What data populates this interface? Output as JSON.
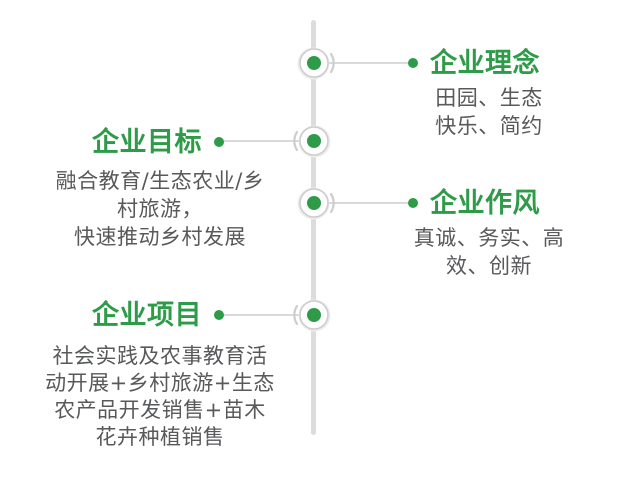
{
  "colors": {
    "accent_green": "#2E9B48",
    "body_text": "#58595B",
    "timeline_gray": "#DCDCDC",
    "connector_gray": "#D9D9D9",
    "node_ring": "#CDCDCD",
    "node_halo": "#EDEDED",
    "node_fill": "#FFFFFF"
  },
  "sections": [
    {
      "id": "philosophy",
      "side": "right",
      "title": "企业理念",
      "body_lines": [
        "田园、生态",
        "快乐、简约"
      ]
    },
    {
      "id": "goal",
      "side": "left",
      "title": "企业目标",
      "body_lines": [
        "融合教育/生态农业/乡",
        "村旅游，",
        "快速推动乡村发展"
      ]
    },
    {
      "id": "style",
      "side": "right",
      "title": "企业作风",
      "body_lines": [
        "真诚、务实、高",
        "效、创新"
      ]
    },
    {
      "id": "projects",
      "side": "left",
      "title": "企业项目",
      "body_lines": [
        "社会实践及农事教育活",
        "动开展+乡村旅游+生态",
        "农产品开发销售+苗木",
        "花卉种植销售"
      ]
    }
  ]
}
